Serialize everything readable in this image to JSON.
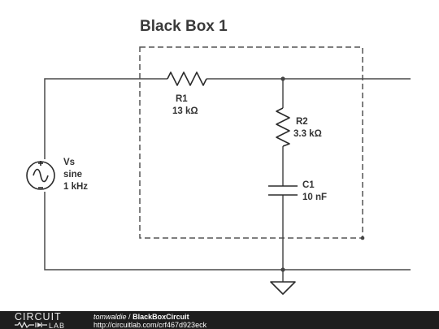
{
  "diagram": {
    "title": "Black Box 1",
    "source": {
      "name": "Vs",
      "type": "sine",
      "freq": "1 kHz"
    },
    "r1": {
      "name": "R1",
      "value": "13 kΩ"
    },
    "r2": {
      "name": "R2",
      "value": "3.3 kΩ"
    },
    "c1": {
      "name": "C1",
      "value": "10 nF"
    }
  },
  "footer": {
    "logo_top": "CIRCUIT",
    "logo_bottom": "LAB",
    "author": "tomwaldie",
    "separator": "/",
    "project": "BlackBoxCircuit",
    "url": "http://circuitlab.com/crf467d923eck"
  }
}
